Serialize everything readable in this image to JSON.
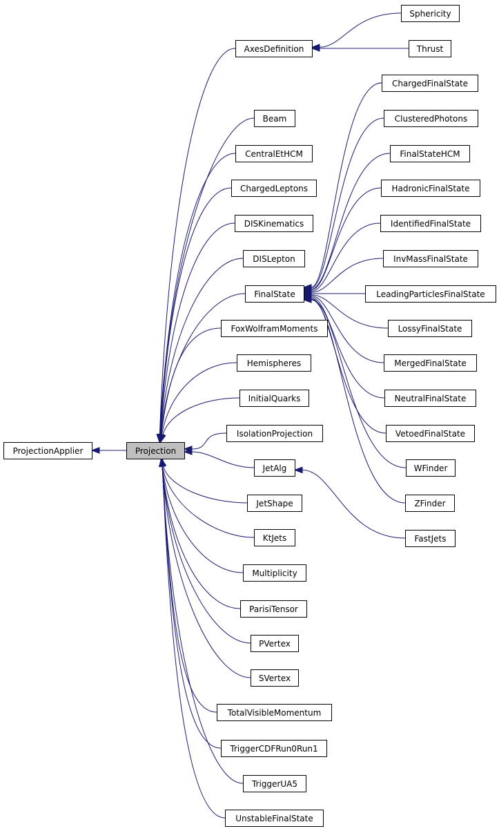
{
  "diagram": {
    "type": "inheritance-graph",
    "colors": {
      "edge": "#191970",
      "box_border": "#000000",
      "highlight_fill": "#bfbfbf"
    },
    "nodes": [
      {
        "id": "projection_applier",
        "label": "ProjectionApplier"
      },
      {
        "id": "projection",
        "label": "Projection",
        "highlight": true
      },
      {
        "id": "axes_definition",
        "label": "AxesDefinition"
      },
      {
        "id": "sphericity",
        "label": "Sphericity"
      },
      {
        "id": "thrust",
        "label": "Thrust"
      },
      {
        "id": "beam",
        "label": "Beam"
      },
      {
        "id": "central_et_hcm",
        "label": "CentralEtHCM"
      },
      {
        "id": "charged_leptons",
        "label": "ChargedLeptons"
      },
      {
        "id": "dis_kinematics",
        "label": "DISKinematics"
      },
      {
        "id": "dis_lepton",
        "label": "DISLepton"
      },
      {
        "id": "final_state",
        "label": "FinalState"
      },
      {
        "id": "fox_wolfram_moments",
        "label": "FoxWolframMoments"
      },
      {
        "id": "hemispheres",
        "label": "Hemispheres"
      },
      {
        "id": "initial_quarks",
        "label": "InitialQuarks"
      },
      {
        "id": "isolation_projection",
        "label": "IsolationProjection"
      },
      {
        "id": "jet_alg",
        "label": "JetAlg"
      },
      {
        "id": "jet_shape",
        "label": "JetShape"
      },
      {
        "id": "kt_jets",
        "label": "KtJets"
      },
      {
        "id": "multiplicity",
        "label": "Multiplicity"
      },
      {
        "id": "parisi_tensor",
        "label": "ParisiTensor"
      },
      {
        "id": "pvertex",
        "label": "PVertex"
      },
      {
        "id": "svertex",
        "label": "SVertex"
      },
      {
        "id": "total_visible_momentum",
        "label": "TotalVisibleMomentum"
      },
      {
        "id": "trigger_cdf",
        "label": "TriggerCDFRun0Run1"
      },
      {
        "id": "trigger_ua5",
        "label": "TriggerUA5"
      },
      {
        "id": "unstable_final_state",
        "label": "UnstableFinalState"
      },
      {
        "id": "charged_final_state",
        "label": "ChargedFinalState"
      },
      {
        "id": "clustered_photons",
        "label": "ClusteredPhotons"
      },
      {
        "id": "final_state_hcm",
        "label": "FinalStateHCM"
      },
      {
        "id": "hadronic_final_state",
        "label": "HadronicFinalState"
      },
      {
        "id": "identified_final_state",
        "label": "IdentifiedFinalState"
      },
      {
        "id": "inv_mass_final_state",
        "label": "InvMassFinalState"
      },
      {
        "id": "leading_particles_final_state",
        "label": "LeadingParticlesFinalState"
      },
      {
        "id": "lossy_final_state",
        "label": "LossyFinalState"
      },
      {
        "id": "merged_final_state",
        "label": "MergedFinalState"
      },
      {
        "id": "neutral_final_state",
        "label": "NeutralFinalState"
      },
      {
        "id": "vetoed_final_state",
        "label": "VetoedFinalState"
      },
      {
        "id": "wfinder",
        "label": "WFinder"
      },
      {
        "id": "zfinder",
        "label": "ZFinder"
      },
      {
        "id": "fast_jets",
        "label": "FastJets"
      }
    ],
    "edges": [
      {
        "from": "projection",
        "to": "projection_applier"
      },
      {
        "from": "axes_definition",
        "to": "projection"
      },
      {
        "from": "beam",
        "to": "projection"
      },
      {
        "from": "central_et_hcm",
        "to": "projection"
      },
      {
        "from": "charged_leptons",
        "to": "projection"
      },
      {
        "from": "dis_kinematics",
        "to": "projection"
      },
      {
        "from": "dis_lepton",
        "to": "projection"
      },
      {
        "from": "final_state",
        "to": "projection"
      },
      {
        "from": "fox_wolfram_moments",
        "to": "projection"
      },
      {
        "from": "hemispheres",
        "to": "projection"
      },
      {
        "from": "initial_quarks",
        "to": "projection"
      },
      {
        "from": "isolation_projection",
        "to": "projection"
      },
      {
        "from": "jet_alg",
        "to": "projection"
      },
      {
        "from": "jet_shape",
        "to": "projection"
      },
      {
        "from": "kt_jets",
        "to": "projection"
      },
      {
        "from": "multiplicity",
        "to": "projection"
      },
      {
        "from": "parisi_tensor",
        "to": "projection"
      },
      {
        "from": "pvertex",
        "to": "projection"
      },
      {
        "from": "svertex",
        "to": "projection"
      },
      {
        "from": "total_visible_momentum",
        "to": "projection"
      },
      {
        "from": "trigger_cdf",
        "to": "projection"
      },
      {
        "from": "trigger_ua5",
        "to": "projection"
      },
      {
        "from": "unstable_final_state",
        "to": "projection"
      },
      {
        "from": "sphericity",
        "to": "axes_definition"
      },
      {
        "from": "thrust",
        "to": "axes_definition"
      },
      {
        "from": "charged_final_state",
        "to": "final_state"
      },
      {
        "from": "clustered_photons",
        "to": "final_state"
      },
      {
        "from": "final_state_hcm",
        "to": "final_state"
      },
      {
        "from": "hadronic_final_state",
        "to": "final_state"
      },
      {
        "from": "identified_final_state",
        "to": "final_state"
      },
      {
        "from": "inv_mass_final_state",
        "to": "final_state"
      },
      {
        "from": "leading_particles_final_state",
        "to": "final_state"
      },
      {
        "from": "lossy_final_state",
        "to": "final_state"
      },
      {
        "from": "merged_final_state",
        "to": "final_state"
      },
      {
        "from": "neutral_final_state",
        "to": "final_state"
      },
      {
        "from": "vetoed_final_state",
        "to": "final_state"
      },
      {
        "from": "wfinder",
        "to": "final_state"
      },
      {
        "from": "zfinder",
        "to": "final_state"
      },
      {
        "from": "fast_jets",
        "to": "jet_alg"
      }
    ]
  }
}
